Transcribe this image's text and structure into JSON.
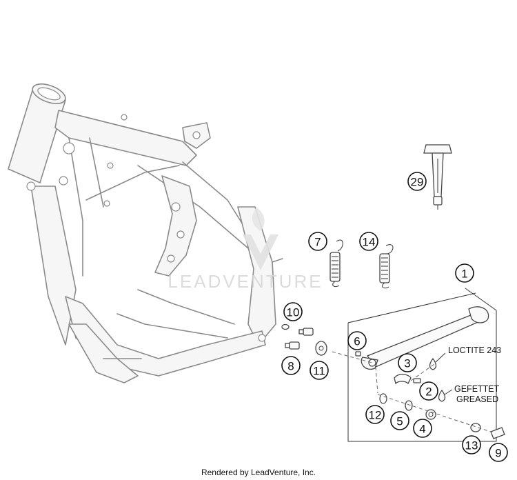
{
  "callouts": {
    "c1": "1",
    "c2": "2",
    "c3": "3",
    "c4": "4",
    "c5": "5",
    "c6": "6",
    "c7": "7",
    "c8": "8",
    "c9": "9",
    "c10": "10",
    "c11": "11",
    "c12": "12",
    "c13": "13",
    "c14": "14",
    "c29": "29"
  },
  "notes": {
    "loctite": "LOCTITE 243",
    "gefettet": "GEFETTET",
    "greased": "GREASED"
  },
  "watermark": "LEADVENTURE",
  "footer": "Rendered by LeadVenture, Inc."
}
